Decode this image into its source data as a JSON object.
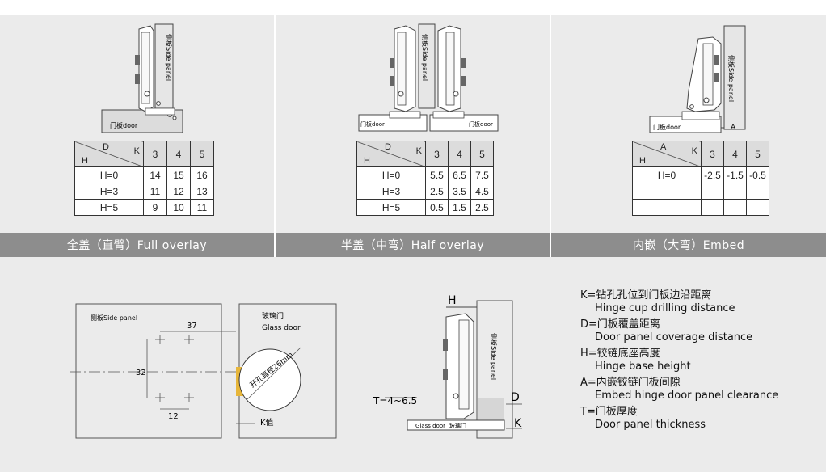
{
  "panels": [
    {
      "caption": "全盖（直臂）Full overlay",
      "side_label": "侧板Side panel",
      "door_label": "门板door",
      "table": {
        "corner_top": "D",
        "corner_right": "K",
        "corner_bottom": "H",
        "cols": [
          "3",
          "4",
          "5"
        ],
        "rows": [
          {
            "label": "H=0",
            "vals": [
              "14",
              "15",
              "16"
            ]
          },
          {
            "label": "H=3",
            "vals": [
              "11",
              "12",
              "13"
            ]
          },
          {
            "label": "H=5",
            "vals": [
              "9",
              "10",
              "11"
            ]
          }
        ]
      }
    },
    {
      "caption": "半盖（中弯）Half overlay",
      "side_label": "侧板Side panel",
      "door_label_left": "门板door",
      "door_label_right": "门板door",
      "table": {
        "corner_top": "D",
        "corner_right": "K",
        "corner_bottom": "H",
        "cols": [
          "3",
          "4",
          "5"
        ],
        "rows": [
          {
            "label": "H=0",
            "vals": [
              "5.5",
              "6.5",
              "7.5"
            ]
          },
          {
            "label": "H=3",
            "vals": [
              "2.5",
              "3.5",
              "4.5"
            ]
          },
          {
            "label": "H=5",
            "vals": [
              "0.5",
              "1.5",
              "2.5"
            ]
          }
        ]
      }
    },
    {
      "caption": "内嵌（大弯）Embed",
      "side_label": "侧板Side panel",
      "door_label": "门板door",
      "gap_label": "A",
      "table": {
        "corner_top": "A",
        "corner_right": "K",
        "corner_bottom": "H",
        "cols": [
          "3",
          "4",
          "5"
        ],
        "rows": [
          {
            "label": "H=0",
            "vals": [
              "-2.5",
              "-1.5",
              "-0.5"
            ]
          },
          {
            "label": "",
            "vals": [
              "",
              "",
              ""
            ]
          },
          {
            "label": "",
            "vals": [
              "",
              "",
              ""
            ]
          }
        ]
      }
    }
  ],
  "drilling": {
    "side_panel": "侧板Side panel",
    "glass_door_cn": "玻璃门",
    "glass_door_en": "Glass door",
    "dim_37": "37",
    "dim_32": "32",
    "dim_12": "12",
    "hole_label": "开孔直径26mm",
    "k_label": "K值"
  },
  "section": {
    "h_label": "H",
    "t_label": "T=4~6.5",
    "d_label": "D",
    "k_label": "K",
    "side_label": "侧板Side panel",
    "glass_door": "Glass door",
    "glass_door_cn": "玻璃门"
  },
  "legend": [
    {
      "cn": "K=钻孔孔位到门板边沿距离",
      "en": "Hinge cup drilling distance"
    },
    {
      "cn": "D=门板覆盖距离",
      "en": "Door panel coverage distance"
    },
    {
      "cn": "H=铰链底座高度",
      "en": "Hinge base height"
    },
    {
      "cn": "A=内嵌铰链门板间隙",
      "en": "Embed hinge door panel clearance"
    },
    {
      "cn": "T=门板厚度",
      "en": "Door panel thickness"
    }
  ]
}
